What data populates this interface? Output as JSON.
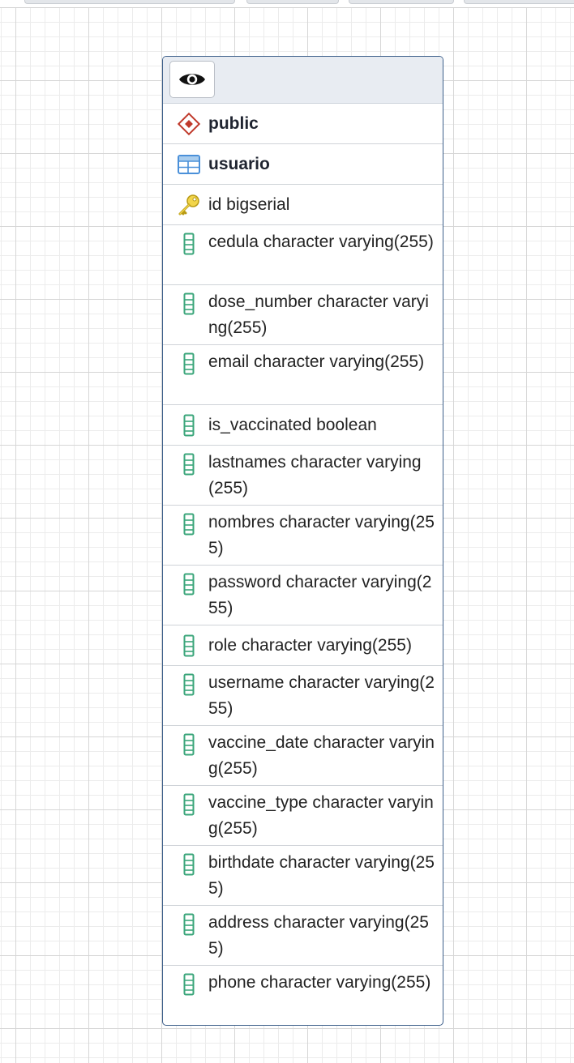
{
  "schema": "public",
  "table": "usuario",
  "primary_key": "id bigserial",
  "columns": [
    "cedula character varying(255)",
    "dose_number character varying(255)",
    "email character varying(255)",
    "is_vaccinated boolean",
    "lastnames character varying(255)",
    "nombres character varying(255)",
    "password character varying(255)",
    "role character varying(255)",
    "username character varying(255)",
    "vaccine_date character varying(255)",
    "vaccine_type character varying(255)",
    "birthdate character varying(255)",
    "address character varying(255)",
    "phone character varying(255)"
  ],
  "icons": {
    "header": "eye-icon",
    "schema": "schema-diamond-icon",
    "table": "table-grid-icon",
    "primary_key": "key-icon",
    "column": "column-icon"
  },
  "colors": {
    "node_border": "#3d5f8a",
    "header_bg": "#e8ecf2",
    "schema_icon": "#c0392b",
    "table_icon": "#4a90d9",
    "key_icon": "#e2c12a",
    "column_icon": "#3aa57a"
  }
}
